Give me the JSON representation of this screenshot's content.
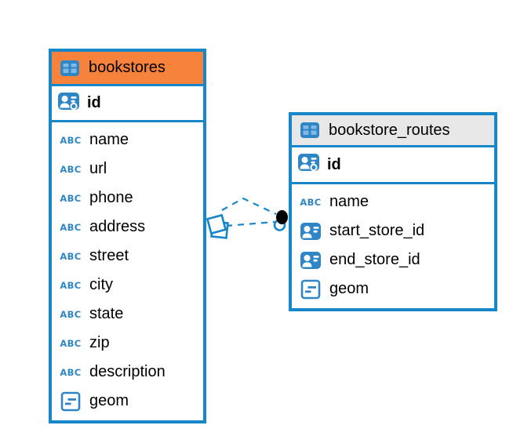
{
  "icons": {
    "abc_label": "ABC",
    "table_icon": "table-icon",
    "primary_key_icon": "primary-key-icon",
    "foreign_key_icon": "foreign-key-icon",
    "text_icon": "text-type-icon",
    "geometry_icon": "geometry-type-icon"
  },
  "colors": {
    "table_border": "#1787C9",
    "bookstores_header_bg": "#F6823C",
    "routes_header_bg": "#E7E7E7",
    "icon_blue": "#2E86C6",
    "icon_cell_blue": "#82B9E4",
    "connector_line": "#1787C9",
    "connector_dot": "#000000",
    "text": "#000000"
  },
  "tables": [
    {
      "name": "bookstores",
      "header_icon": "table",
      "columns": [
        {
          "name": "id",
          "icon": "primary-key",
          "bold": true
        },
        {
          "name": "name",
          "icon": "text"
        },
        {
          "name": "url",
          "icon": "text"
        },
        {
          "name": "phone",
          "icon": "text"
        },
        {
          "name": "address",
          "icon": "text"
        },
        {
          "name": "street",
          "icon": "text"
        },
        {
          "name": "city",
          "icon": "text"
        },
        {
          "name": "state",
          "icon": "text"
        },
        {
          "name": "zip",
          "icon": "text"
        },
        {
          "name": "description",
          "icon": "text"
        },
        {
          "name": "geom",
          "icon": "geometry"
        }
      ]
    },
    {
      "name": "bookstore_routes",
      "header_icon": "table",
      "columns": [
        {
          "name": "id",
          "icon": "primary-key",
          "bold": true
        },
        {
          "name": "name",
          "icon": "text"
        },
        {
          "name": "start_store_id",
          "icon": "foreign-key"
        },
        {
          "name": "end_store_id",
          "icon": "foreign-key"
        },
        {
          "name": "geom",
          "icon": "geometry"
        }
      ]
    }
  ],
  "relationships": [
    {
      "from_table": "bookstore_routes",
      "to_table": "bookstores",
      "line_style": "dashed"
    },
    {
      "from_table": "bookstore_routes",
      "to_table": "bookstores",
      "line_style": "dashed"
    }
  ]
}
